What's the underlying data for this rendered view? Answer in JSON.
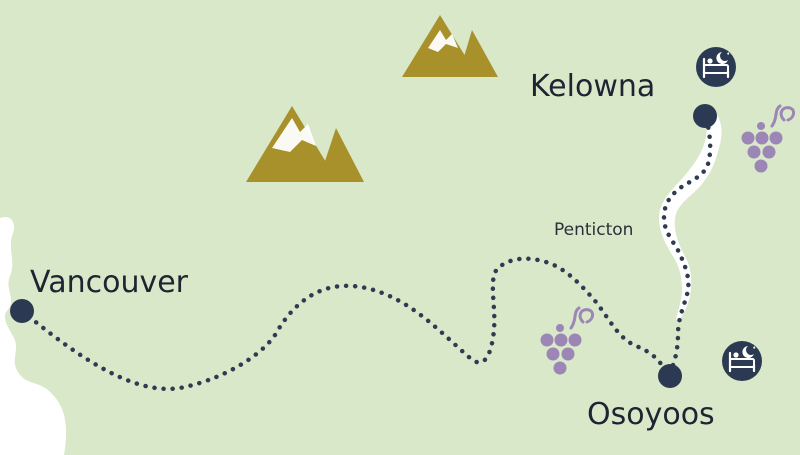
{
  "map": {
    "colors": {
      "land": "#d9e8c9",
      "water": "#ffffff",
      "mountain": "#a8902a",
      "route": "#2f3b52",
      "marker": "#2b3a52",
      "grape": "#9b86b5"
    },
    "cities": [
      {
        "id": "vancouver",
        "label": "Vancouver",
        "major": true
      },
      {
        "id": "kelowna",
        "label": "Kelowna",
        "major": true
      },
      {
        "id": "penticton",
        "label": "Penticton",
        "major": false
      },
      {
        "id": "osoyoos",
        "label": "Osoyoos",
        "major": true
      }
    ],
    "icons": [
      {
        "name": "bed-icon",
        "near": "kelowna"
      },
      {
        "name": "bed-icon",
        "near": "osoyoos"
      },
      {
        "name": "grapes-icon",
        "near": "kelowna"
      },
      {
        "name": "grapes-icon",
        "near": "osoyoos"
      },
      {
        "name": "mountain-icon"
      },
      {
        "name": "mountain-icon"
      }
    ]
  }
}
